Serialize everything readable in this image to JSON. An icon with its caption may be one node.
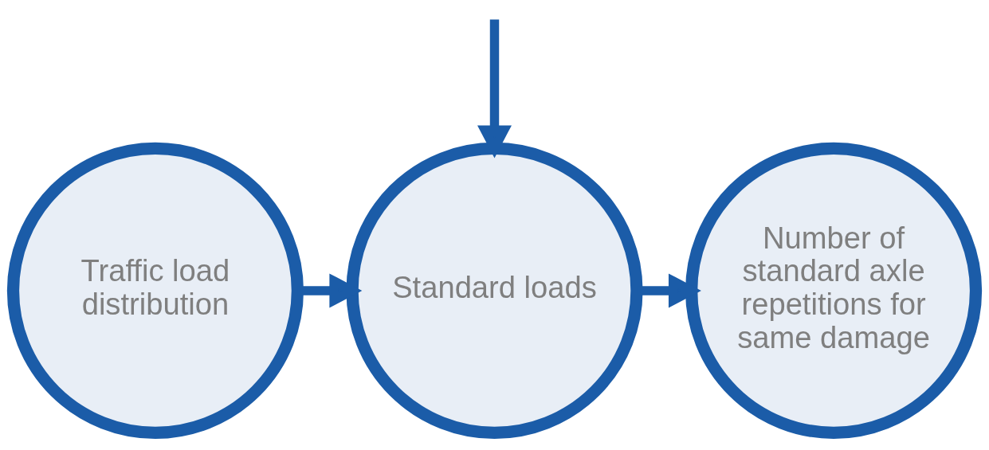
{
  "diagram": {
    "nodes": [
      {
        "text": [
          "Traffic load distribution"
        ]
      },
      {
        "text": [
          "Standard loads"
        ]
      },
      {
        "text": [
          "Number of standard axle repetitions for same damage"
        ]
      }
    ],
    "edges": [
      {
        "from": 0,
        "to": 1,
        "arrow": "to"
      },
      {
        "from": 1,
        "to": 2,
        "arrow": "to"
      },
      {
        "from": null,
        "to": 1,
        "arrow": "to"
      }
    ]
  }
}
